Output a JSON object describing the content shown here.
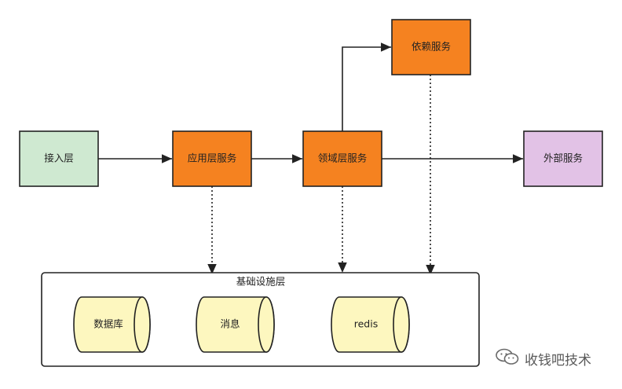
{
  "nodes": {
    "access": "接入层",
    "application": "应用层服务",
    "domain": "领域层服务",
    "dependency": "依赖服务",
    "external": "外部服务"
  },
  "infrastructure": {
    "title": "基础设施层",
    "stores": [
      "数据库",
      "消息",
      "redis"
    ]
  },
  "watermark": {
    "text": "收钱吧技术",
    "icon": "wechat-icon"
  },
  "colors": {
    "green": "#cfe9d1",
    "orange": "#f58220",
    "purple": "#e2c2e6",
    "cylinder": "#fdf7bf"
  }
}
